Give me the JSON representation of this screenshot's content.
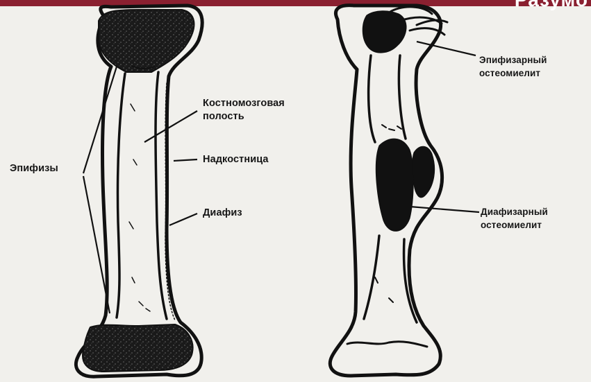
{
  "header": {
    "title_fragment": "Разумо"
  },
  "colors": {
    "header_band": "#8a2030",
    "ink": "#111111",
    "paper": "#f1f0ec"
  },
  "labels": {
    "epiphyses": "Эпифизы",
    "medullary_cavity": [
      "Костномозговая",
      "полость"
    ],
    "periosteum": "Надкостница",
    "diaphysis": "Диафиз",
    "epiphyseal_osteomyelitis": [
      "Эпифизарный",
      "остеомиелит"
    ],
    "diaphyseal_osteomyelitis": [
      "Диафизарный",
      "остеомиелит"
    ]
  }
}
